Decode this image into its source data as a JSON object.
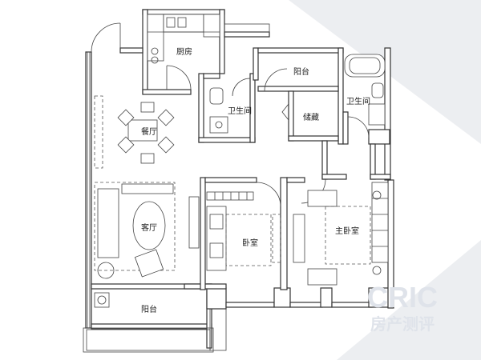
{
  "rooms": {
    "kitchen": "厨房",
    "balcony_top": "阳台",
    "bath_left": "卫生间",
    "storage": "储藏",
    "bath_right": "卫生间",
    "dining": "餐厅",
    "living": "客厅",
    "bedroom": "卧室",
    "master_bedroom": "主卧室",
    "balcony_bottom": "阳台"
  },
  "watermark": {
    "brand": "CRIC",
    "subtitle": "房产测评"
  },
  "colors": {
    "wall": "#333333",
    "background": "#ffffff",
    "watermark": "#dfe3ea",
    "backdrop": "#eceef1"
  }
}
